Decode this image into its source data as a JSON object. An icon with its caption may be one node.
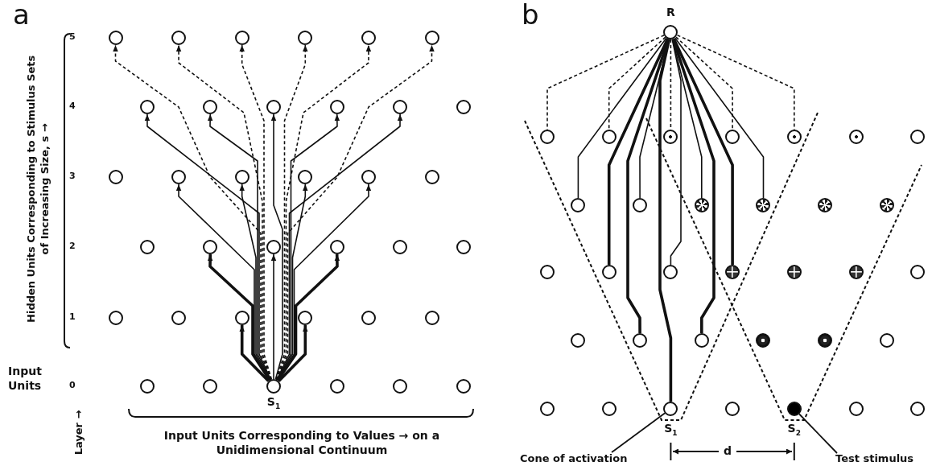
{
  "diagram": {
    "nodes": [
      {
        "text": [],
        "shape": "circle"
      },
      {
        "text": [],
        "shape": "circle"
      },
      {
        "text": [],
        "shape": "circle"
      },
      {
        "text": [],
        "shape": "circle"
      },
      {
        "text": [],
        "shape": "circle"
      },
      {
        "text": [],
        "shape": "circle"
      },
      {
        "text": [],
        "shape": "circle"
      },
      {
        "text": [],
        "shape": "circle"
      },
      {
        "text": [],
        "shape": "circle"
      },
      {
        "text": [],
        "shape": "circle"
      },
      {
        "text": [],
        "shape": "circle"
      },
      {
        "text": [],
        "shape": "circle"
      },
      {
        "text": [],
        "shape": "circle"
      },
      {
        "text": [],
        "shape": "circle"
      },
      {
        "text": [],
        "shape": "circle"
      },
      {
        "text": [],
        "shape": "circle"
      },
      {
        "text": [],
        "shape": "circle"
      },
      {
        "text": [],
        "shape": "circle"
      },
      {
        "text": [],
        "shape": "circle"
      },
      {
        "text": [],
        "shape": "circle"
      },
      {
        "text": [],
        "shape": "circle"
      },
      {
        "text": [],
        "shape": "circle"
      },
      {
        "text": [],
        "shape": "circle"
      },
      {
        "text": [],
        "shape": "circle"
      },
      {
        "text": [],
        "shape": "circle"
      },
      {
        "text": [],
        "shape": "circle"
      },
      {
        "text": [],
        "shape": "circle"
      },
      {
        "text": [],
        "shape": "circle"
      },
      {
        "text": [],
        "shape": "circle"
      },
      {
        "text": [],
        "shape": "circle"
      },
      {
        "text": [],
        "shape": "circle"
      },
      {
        "text": [],
        "shape": "circle"
      },
      {
        "text": [],
        "shape": "circle",
        "beside": [
          "S$_{1}$"
        ]
      },
      {
        "text": [],
        "shape": "circle"
      },
      {
        "text": [],
        "shape": "circle"
      },
      {
        "text": [],
        "shape": "circle"
      },
      {
        "text": [],
        "shape": "circle",
        "beside": [
          "R"
        ]
      },
      {
        "text": [],
        "shape": "circle"
      },
      {
        "text": [],
        "shape": "circle"
      },
      {
        "text": [],
        "shape": "circle"
      },
      {
        "text": [],
        "shape": "circle"
      },
      {
        "text": [],
        "shape": "circle"
      },
      {
        "text": [],
        "shape": "circle"
      },
      {
        "text": [],
        "shape": "circle"
      },
      {
        "text": [],
        "shape": "circle"
      },
      {
        "text": [],
        "shape": "circle"
      },
      {
        "text": [],
        "shape": "circle"
      },
      {
        "text": [],
        "shape": "circle"
      },
      {
        "text": [],
        "shape": "circle"
      },
      {
        "text": [],
        "shape": "circle"
      },
      {
        "text": [],
        "shape": "circle"
      },
      {
        "text": [],
        "shape": "circle"
      },
      {
        "text": [],
        "shape": "circle"
      },
      {
        "text": [],
        "shape": "circle"
      },
      {
        "text": [],
        "shape": "circle"
      },
      {
        "text": [],
        "shape": "circle"
      },
      {
        "text": [],
        "shape": "circle"
      },
      {
        "text": [],
        "shape": "circle"
      },
      {
        "text": [],
        "shape": "circle"
      },
      {
        "text": [],
        "shape": "circle"
      },
      {
        "text": [],
        "shape": "circle"
      },
      {
        "text": [],
        "shape": "circle"
      },
      {
        "text": [],
        "shape": "circle"
      },
      {
        "text": [],
        "shape": "circle"
      },
      {
        "text": [],
        "shape": "circle"
      },
      {
        "text": [],
        "shape": "circle",
        "beside": [
          "S$_{1}$"
        ]
      },
      {
        "text": [],
        "shape": "circle"
      },
      {
        "text": [],
        "shape": "circle",
        "beside": [
          "S$_{2}$"
        ]
      },
      {
        "text": [],
        "shape": "circle"
      },
      {
        "text": [],
        "shape": "circle"
      },
      {
        "text": [
          "Cone of activation"
        ]
      },
      {
        "text": [
          "Test stimulus"
        ]
      }
    ],
    "edges": [
      {
        "from": 32,
        "to": 0,
        "arrow": "to",
        "style": "dashed"
      },
      {
        "from": 32,
        "to": 1,
        "arrow": "to",
        "style": "dashed"
      },
      {
        "from": 32,
        "to": 2,
        "arrow": "to",
        "style": "dashed"
      },
      {
        "from": 32,
        "to": 3,
        "arrow": "to",
        "style": "dashed"
      },
      {
        "from": 32,
        "to": 4,
        "arrow": "to",
        "style": "dashed"
      },
      {
        "from": 32,
        "to": 5,
        "arrow": "to",
        "style": "dashed"
      },
      {
        "from": 32,
        "to": 6,
        "arrow": "to"
      },
      {
        "from": 32,
        "to": 7,
        "arrow": "to"
      },
      {
        "from": 32,
        "to": 8,
        "arrow": "to"
      },
      {
        "from": 32,
        "to": 9,
        "arrow": "to"
      },
      {
        "from": 32,
        "to": 10,
        "arrow": "to"
      },
      {
        "from": 32,
        "to": 13,
        "arrow": "to"
      },
      {
        "from": 32,
        "to": 14,
        "arrow": "to"
      },
      {
        "from": 32,
        "to": 15,
        "arrow": "to"
      },
      {
        "from": 32,
        "to": 16,
        "arrow": "to"
      },
      {
        "from": 32,
        "to": 19,
        "arrow": "to",
        "style": "thick"
      },
      {
        "from": 32,
        "to": 20,
        "arrow": "to"
      },
      {
        "from": 32,
        "to": 21,
        "arrow": "to",
        "style": "thick"
      },
      {
        "from": 32,
        "to": 26,
        "arrow": "to",
        "style": "thick"
      },
      {
        "from": 32,
        "to": 27,
        "arrow": "to",
        "style": "thick"
      },
      {
        "from": 36,
        "to": 37,
        "arrow": "none",
        "style": "dashed"
      },
      {
        "from": 36,
        "to": 38,
        "arrow": "none",
        "style": "dashed"
      },
      {
        "from": 36,
        "to": 39,
        "arrow": "none",
        "style": "dashed"
      },
      {
        "from": 36,
        "to": 40,
        "arrow": "none",
        "style": "dashed"
      },
      {
        "from": 36,
        "to": 41,
        "arrow": "none",
        "style": "dashed"
      },
      {
        "from": 36,
        "to": 44,
        "arrow": "none"
      },
      {
        "from": 36,
        "to": 45,
        "arrow": "none"
      },
      {
        "from": 36,
        "to": 46,
        "arrow": "none"
      },
      {
        "from": 36,
        "to": 47,
        "arrow": "none"
      },
      {
        "from": 36,
        "to": 51,
        "arrow": "none",
        "style": "thick"
      },
      {
        "from": 36,
        "to": 52,
        "arrow": "none"
      },
      {
        "from": 36,
        "to": 53,
        "arrow": "none",
        "style": "thick"
      },
      {
        "from": 36,
        "to": 58,
        "arrow": "none",
        "style": "thick"
      },
      {
        "from": 36,
        "to": 59,
        "arrow": "none",
        "style": "thick"
      },
      {
        "from": 36,
        "to": 65,
        "arrow": "none",
        "style": "thick"
      },
      {
        "from": 70,
        "to": 65,
        "arrow": "none"
      },
      {
        "from": 71,
        "to": 67,
        "arrow": "none"
      }
    ],
    "labels": [
      "a",
      "5",
      "4",
      "3",
      "2",
      "1",
      "0",
      "Hidden Units Corresponding to Stimulus Sets of Increasing Size, s →",
      "Input Units",
      "Layer →",
      "Input Units Corresponding to Values → on a Unidimensional Continuum",
      "b",
      "d"
    ]
  }
}
